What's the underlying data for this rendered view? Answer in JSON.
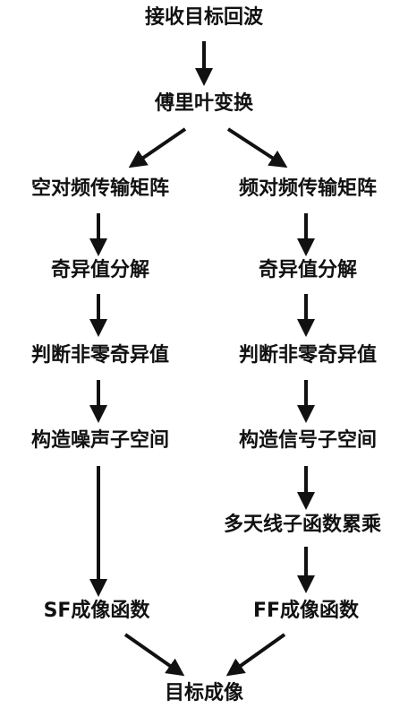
{
  "title_step": "接收目标回波",
  "fourier": "傅里叶变换",
  "left_branch": {
    "step1": "空对频传输矩阵",
    "step2": "奇异值分解",
    "step3": "判断非零奇异值",
    "step4": "构造噪声子空间",
    "result": "SF成像函数"
  },
  "right_branch": {
    "step1": "频对频传输矩阵",
    "step2": "奇异值分解",
    "step3": "判断非零奇异值",
    "step4": "构造信号子空间",
    "step5": "多天线子函数累乘",
    "result": "FF成像函数"
  },
  "final": "目标成像",
  "colors": {
    "text": "#111111",
    "arrow": "#111111",
    "background": "#ffffff"
  }
}
